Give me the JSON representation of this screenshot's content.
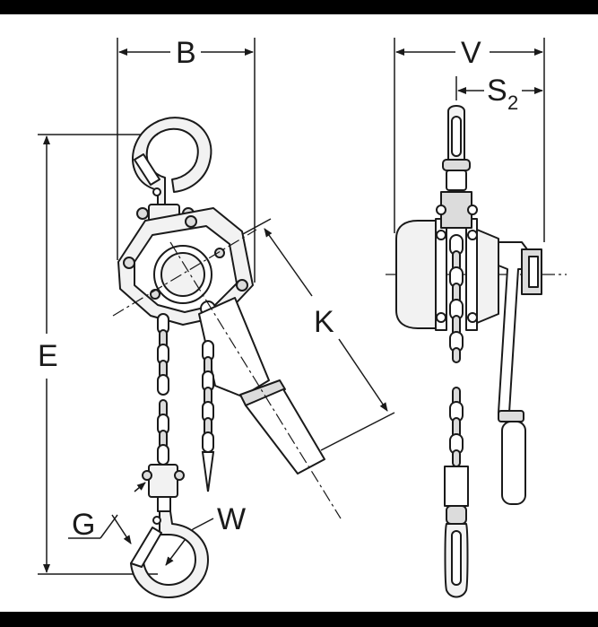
{
  "labels": {
    "b": "B",
    "v": "V",
    "s": "S",
    "s_sub": "2",
    "e": "E",
    "k": "K",
    "g": "G",
    "w": "W"
  },
  "colors": {
    "frame": "#000000",
    "paper": "#ffffff",
    "ink": "#1a1a1a",
    "fill_light": "#f2f2f2",
    "fill_mid": "#dcdcdc"
  }
}
